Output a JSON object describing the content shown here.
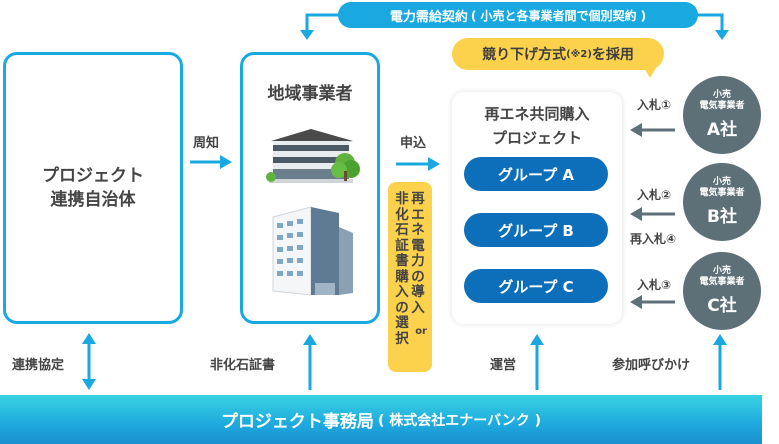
{
  "top_contract": {
    "label": "電力需給契約",
    "note": "( 小売と各事業者間で個別契約 )"
  },
  "callout": {
    "label_main": "競り下げ方式",
    "label_note": "(※2)",
    "label_tail": "を採用"
  },
  "municipality": {
    "line1": "プロジェクト",
    "line2": "連携自治体"
  },
  "local_business": {
    "title": "地域事業者",
    "icons": [
      "office-building-with-tree-icon",
      "high-rise-building-icon"
    ]
  },
  "flows": {
    "notify": "周知",
    "apply": "申込",
    "cooperation": "連携協定",
    "certificate": "非化石証書",
    "operation": "運営",
    "invite": "参加呼びかけ"
  },
  "selection_note": {
    "col1": "再エネ電力の導入",
    "or": "or",
    "col2": "非化石証書購入の選択"
  },
  "project": {
    "line1": "再エネ共同購入",
    "line2": "プロジェクト",
    "groups": [
      "グループ A",
      "グループ B",
      "グループ C"
    ]
  },
  "bids": [
    {
      "label": "入札①"
    },
    {
      "label": "入札②",
      "rebid": "再入札④"
    },
    {
      "label": "入札③"
    }
  ],
  "retailers": [
    {
      "line1": "小売",
      "line2": "電気事業者",
      "name": "A社"
    },
    {
      "line1": "小売",
      "line2": "電気事業者",
      "name": "B社"
    },
    {
      "line1": "小売",
      "line2": "電気事業者",
      "name": "C社"
    }
  ],
  "office": {
    "name": "プロジェクト事務局",
    "company": "( 株式会社エナーバンク )"
  },
  "colors": {
    "blue": "#1aa8e0",
    "group_blue": "#0d6fba",
    "yellow": "#fcd24d",
    "circle_gray": "#5d7077",
    "arrow_gray": "#5d7077"
  }
}
